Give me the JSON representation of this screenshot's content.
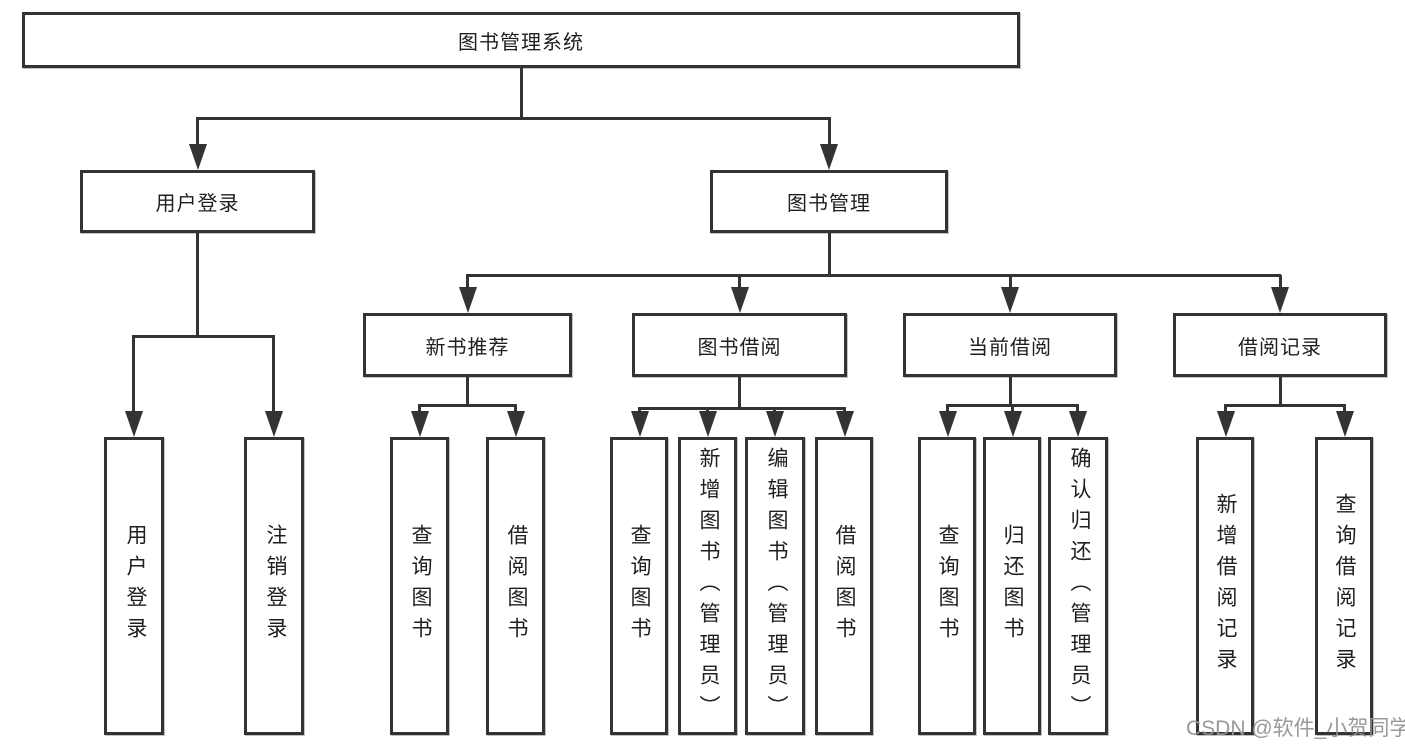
{
  "title": "图书管理系统",
  "level2": [
    "用户登录",
    "图书管理"
  ],
  "level3": [
    "新书推荐",
    "图书借阅",
    "当前借阅",
    "借阅记录"
  ],
  "level4": {
    "user_login": [
      "用户登录",
      "注销登录"
    ],
    "new_book": [
      "查询图书",
      "借阅图书"
    ],
    "book_borrow": [
      "查询图书",
      "新增图书（管理员）",
      "编辑图书（管理员）",
      "借阅图书"
    ],
    "current_borrow": [
      "查询图书",
      "归还图书",
      "确认归还（管理员）"
    ],
    "borrow_record": [
      "新增借阅记录",
      "查询借阅记录"
    ]
  },
  "watermark": "CSDN @软件_小贺同学",
  "colors": {
    "line": "#333333",
    "text": "#1f1f1f",
    "watermark": "#949494",
    "background": "#ffffff"
  }
}
